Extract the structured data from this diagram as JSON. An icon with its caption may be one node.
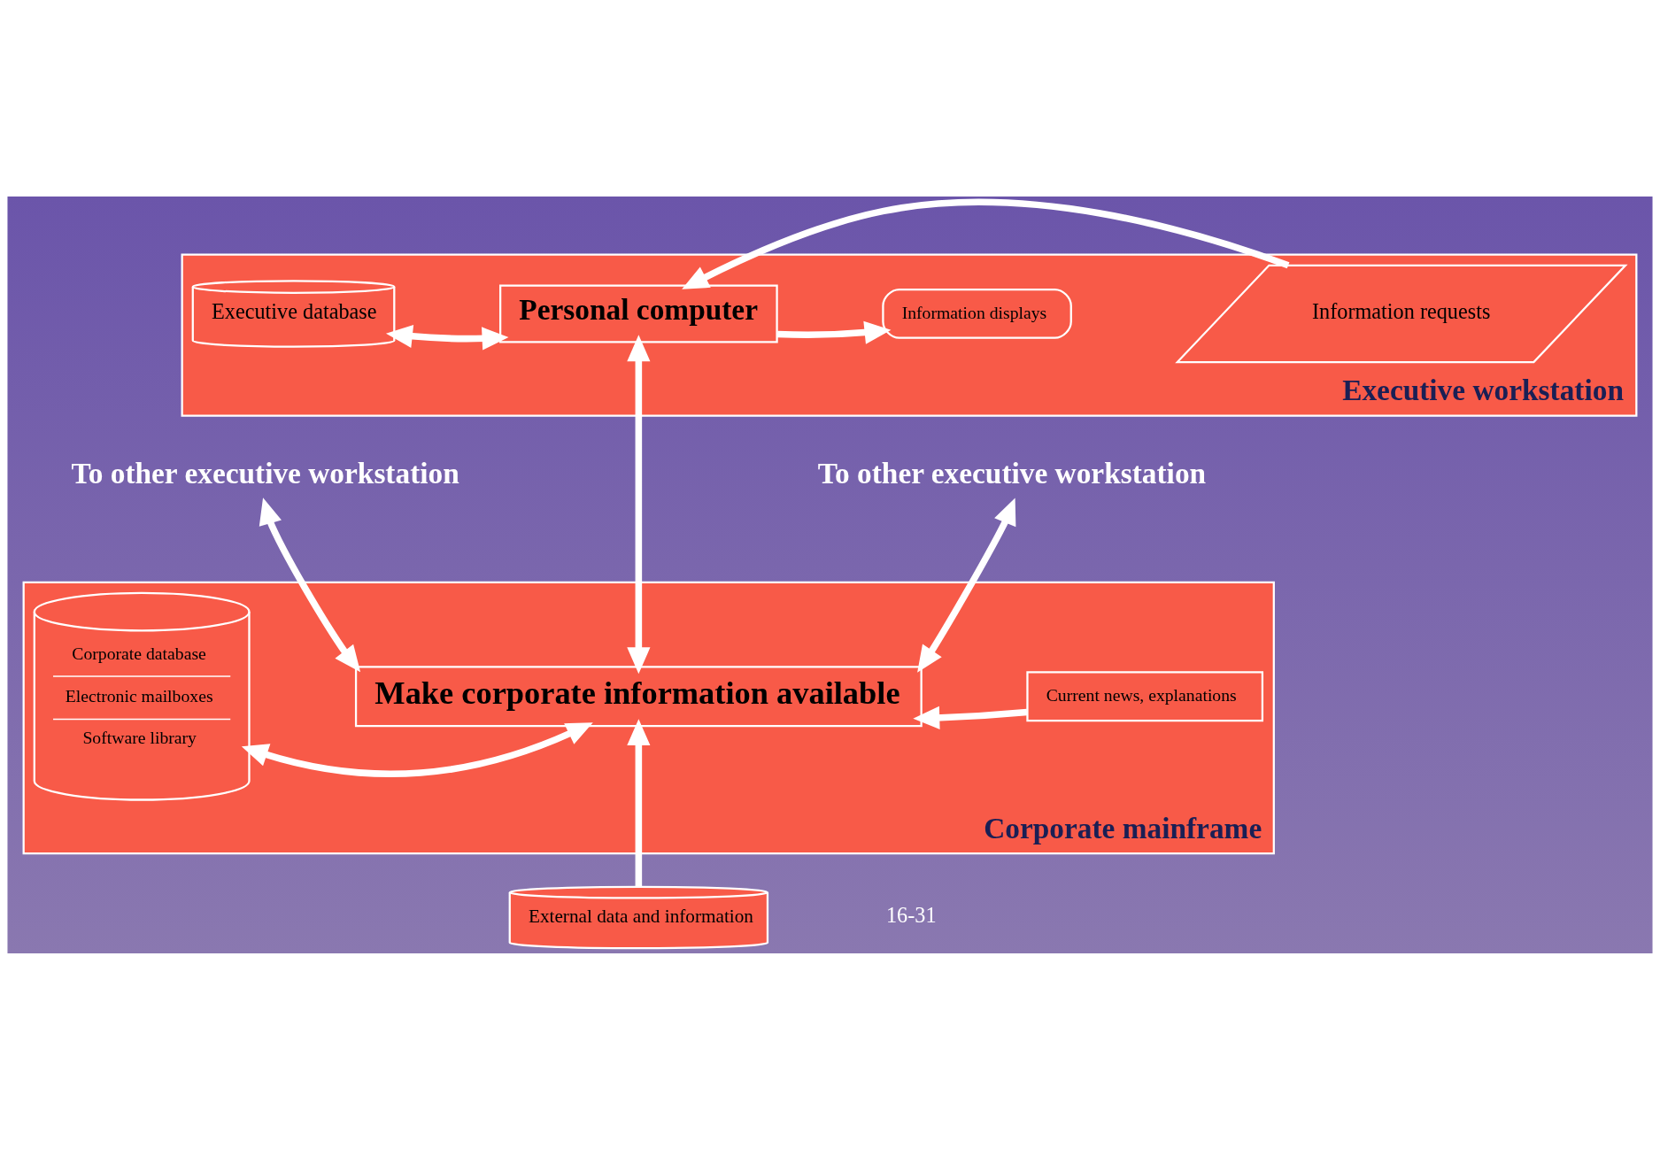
{
  "diagram": {
    "nodes": [
      {
        "text": [
          "Executive workstation"
        ]
      },
      {
        "text": [
          "Executive database"
        ],
        "in": 0
      },
      {
        "text": [
          "Personal computer"
        ],
        "in": 0
      },
      {
        "text": [
          "Information requests"
        ],
        "in": 0
      },
      {
        "text": [
          "Information displays"
        ],
        "in": 0
      },
      {
        "text": [
          "To other executive workstation"
        ]
      },
      {
        "text": [
          "To other executive workstation"
        ]
      },
      {
        "text": [
          "Corporate mainframe"
        ]
      },
      {
        "text": [
          "Corporate database",
          "Electronic mailboxes",
          "Software library"
        ],
        "in": 7
      },
      {
        "text": [
          "Make corporate information available"
        ],
        "in": 7
      },
      {
        "text": [
          "Current news, explanations"
        ],
        "in": 7
      },
      {
        "text": [
          "External data and information"
        ]
      }
    ],
    "edges": [
      {
        "from": 1,
        "to": 2,
        "arrow": "both"
      },
      {
        "from": 3,
        "to": 2,
        "arrow": "to"
      },
      {
        "from": 2,
        "to": 4,
        "arrow": "to"
      },
      {
        "from": 2,
        "to": 9,
        "arrow": "both"
      },
      {
        "from": 5,
        "to": 9,
        "arrow": "both"
      },
      {
        "from": 6,
        "to": 9,
        "arrow": "both"
      },
      {
        "from": 8,
        "to": 9,
        "arrow": "both"
      },
      {
        "from": 10,
        "to": 9,
        "arrow": "to"
      },
      {
        "from": 11,
        "to": 9,
        "arrow": "to"
      }
    ],
    "labels": [
      "16-31"
    ]
  }
}
